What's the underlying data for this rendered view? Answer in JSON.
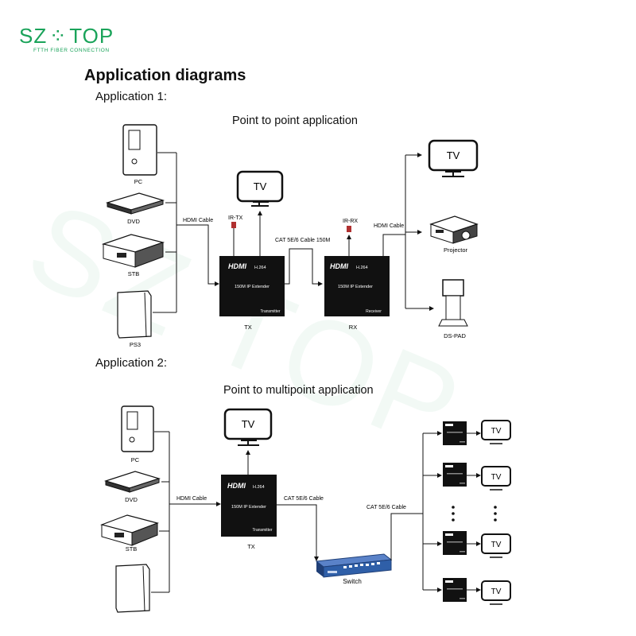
{
  "logo": {
    "text_left": "SZ",
    "text_right": "TOP",
    "subtitle": "FTTH FIBER CONNECTION"
  },
  "heading": "Application diagrams",
  "app1": {
    "label": "Application 1:",
    "title": "Point to point application",
    "sources": [
      "PC",
      "DVD",
      "STB",
      "PS3"
    ],
    "tv": "TV",
    "hdmi_cable_left": "HDMI Cable",
    "hdmi_cable_right": "HDMI Cable",
    "ir_tx": "IR-TX",
    "ir_rx": "IR-RX",
    "cat_cable": "CAT 5E/6 Cable 150M",
    "tx_box": {
      "brand": "HDMI",
      "codec": "H.264",
      "model": "150M IP Extender",
      "role": "Transmitter",
      "caption": "TX"
    },
    "rx_box": {
      "brand": "HDMI",
      "codec": "H.264",
      "model": "150M IP Extender",
      "role": "Receiver",
      "caption": "RX"
    },
    "outputs": [
      "TV",
      "Projector",
      "DS-PAD"
    ]
  },
  "app2": {
    "label": "Application 2:",
    "title": "Point to multipoint  application",
    "sources": [
      "PC",
      "DVD",
      "STB"
    ],
    "tv": "TV",
    "hdmi_cable": "HDMI Cable",
    "cat_cable_left": "CAT 5E/6 Cable",
    "cat_cable_right": "CAT 5E/6 Cable",
    "tx_box": {
      "brand": "HDMI",
      "codec": "H.264",
      "model": "150M IP Extender",
      "role": "Transmitter",
      "caption": "TX"
    },
    "switch": "Switch",
    "receiver_tvs": [
      "TV",
      "TV",
      "TV",
      "TV"
    ]
  },
  "colors": {
    "brand_green": "#1aa35a",
    "box_black": "#111111",
    "switch_blue": "#2f5fa8",
    "ir_red": "#b03030"
  }
}
